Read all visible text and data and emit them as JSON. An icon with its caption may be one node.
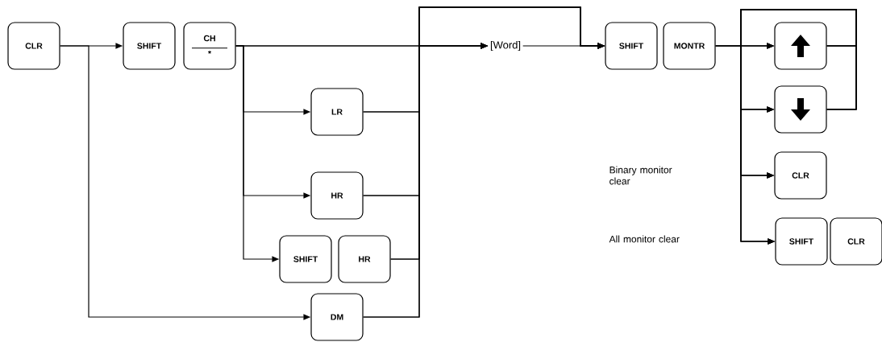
{
  "diagram": {
    "nodes": [
      {
        "text": [
          "CLR"
        ]
      },
      {
        "text": [
          "SHIFT"
        ]
      },
      {
        "text": [
          "CH",
          "*"
        ]
      },
      {
        "text": [
          "LR"
        ]
      },
      {
        "text": [
          "HR"
        ]
      },
      {
        "text": [
          "SHIFT"
        ]
      },
      {
        "text": [
          "HR"
        ]
      },
      {
        "text": [
          "DM"
        ]
      },
      {
        "text": [
          "[Word]"
        ]
      },
      {
        "text": [
          "SHIFT"
        ]
      },
      {
        "text": [
          "MONTR"
        ]
      },
      {
        "text": [],
        "shape": "box"
      },
      {
        "text": [],
        "shape": "box"
      },
      {
        "text": [
          "CLR"
        ]
      },
      {
        "text": [
          "SHIFT"
        ]
      },
      {
        "text": [
          "CLR"
        ]
      }
    ],
    "edges": [
      {
        "from": 0,
        "to": 1,
        "arrow": "to"
      },
      {
        "from": 0,
        "to": 7,
        "arrow": "to"
      },
      {
        "from": 2,
        "to": 8,
        "arrow": "to"
      },
      {
        "from": 2,
        "to": 3,
        "arrow": "to"
      },
      {
        "from": 2,
        "to": 4,
        "arrow": "to"
      },
      {
        "from": 2,
        "to": 5,
        "arrow": "to"
      },
      {
        "from": 3,
        "to": 8,
        "arrow": "to"
      },
      {
        "from": 4,
        "to": 8,
        "arrow": "to"
      },
      {
        "from": 6,
        "to": 8,
        "arrow": "to"
      },
      {
        "from": 7,
        "to": 8,
        "arrow": "to"
      },
      {
        "from": 2,
        "to": 9,
        "arrow": "to"
      },
      {
        "from": 3,
        "to": 9,
        "arrow": "to"
      },
      {
        "from": 4,
        "to": 9,
        "arrow": "to"
      },
      {
        "from": 6,
        "to": 9,
        "arrow": "to"
      },
      {
        "from": 7,
        "to": 9,
        "arrow": "to"
      },
      {
        "from": 8,
        "to": 9,
        "arrow": "to"
      },
      {
        "from": 10,
        "to": 11,
        "arrow": "to"
      },
      {
        "from": 10,
        "to": 12,
        "arrow": "to"
      },
      {
        "from": 10,
        "to": 13,
        "arrow": "to"
      },
      {
        "from": 10,
        "to": 14,
        "arrow": "to"
      },
      {
        "from": 11,
        "to": 11,
        "arrow": "to"
      },
      {
        "from": 11,
        "to": 12,
        "arrow": "to"
      },
      {
        "from": 11,
        "to": 13,
        "arrow": "to"
      },
      {
        "from": 11,
        "to": 14,
        "arrow": "to"
      },
      {
        "from": 12,
        "to": 11,
        "arrow": "to"
      },
      {
        "from": 12,
        "to": 12,
        "arrow": "to"
      },
      {
        "from": 12,
        "to": 13,
        "arrow": "to"
      },
      {
        "from": 12,
        "to": 14,
        "arrow": "to"
      }
    ],
    "labels": [
      "Binary monitor clear",
      "All monitor clear"
    ]
  }
}
